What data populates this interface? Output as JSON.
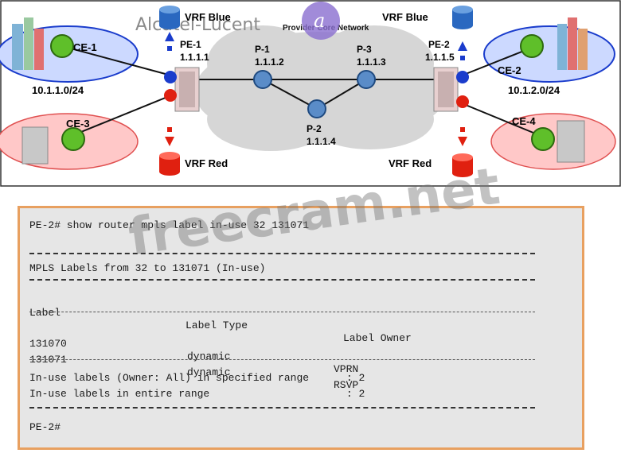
{
  "diagram": {
    "brand": "Alcatel-Lucent",
    "cloud_title": "Provider Core Network",
    "vrf_blue_left": "VRF Blue",
    "vrf_blue_right": "VRF Blue",
    "vrf_red_left": "VRF Red",
    "vrf_red_right": "VRF Red",
    "pe1": {
      "name": "PE-1",
      "ip": "1.1.1.1"
    },
    "pe2": {
      "name": "PE-2",
      "ip": "1.1.1.5"
    },
    "p1": {
      "name": "P-1",
      "ip": "1.1.1.2"
    },
    "p2": {
      "name": "P-2",
      "ip": "1.1.1.4"
    },
    "p3": {
      "name": "P-3",
      "ip": "1.1.1.3"
    },
    "ce1": {
      "name": "CE-1",
      "net": "10.1.1.0/24"
    },
    "ce2": {
      "name": "CE-2",
      "net": "10.1.2.0/24"
    },
    "ce3": {
      "name": "CE-3"
    },
    "ce4": {
      "name": "CE-4"
    },
    "colors": {
      "blue": "#1a3ccc",
      "red": "#e02010",
      "blue_site": "#ccd9ff",
      "red_site": "#ffc8c8",
      "router": "#5fbf2a"
    }
  },
  "terminal": {
    "command": "PE-2# show router mpls label in-use 32 131071",
    "title": "MPLS Labels from 32 to 131071 (In-use)",
    "headers": {
      "label": "Label",
      "type": "Label Type",
      "owner": "Label Owner"
    },
    "rows": [
      {
        "label": "131070",
        "type": "dynamic",
        "owner": "VPRN"
      },
      {
        "label": "131071",
        "type": "dynamic",
        "owner": "RSVP"
      }
    ],
    "summary1": "In-use labels (Owner: All) in specified range      : 2",
    "summary2": "In-use labels in entire range                      : 2",
    "prompt": "PE-2#"
  },
  "watermark": "freecram.net"
}
